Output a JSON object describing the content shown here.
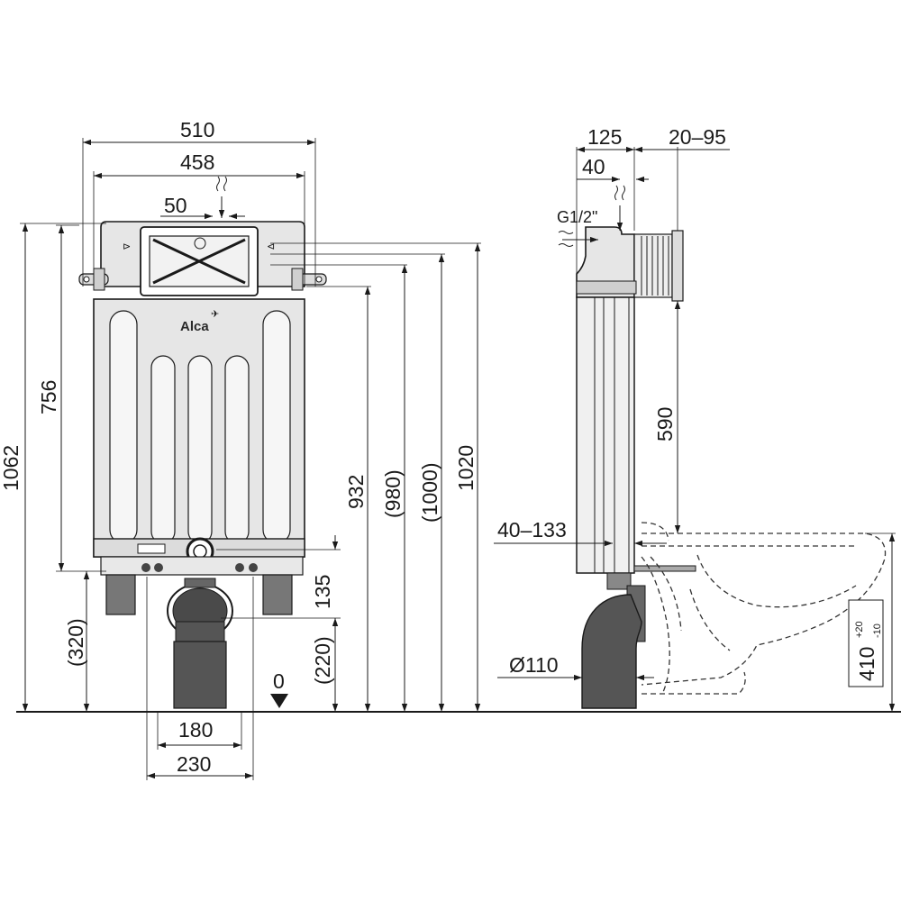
{
  "front_view": {
    "brand": "Alca",
    "dimensions": {
      "total_width": "510",
      "frame_width": "458",
      "inlet_width": "50",
      "height_total": "1062",
      "height_bracket": "756",
      "height_floor_bracket": "(320)",
      "height_932": "932",
      "height_980": "(980)",
      "height_1000": "(1000)",
      "height_1020": "1020",
      "drain_offset": "135",
      "drain_height": "(220)",
      "zero_mark": "0",
      "foot_inner": "180",
      "foot_outer": "230"
    }
  },
  "side_view": {
    "dimensions": {
      "depth": "125",
      "wall_adjust": "20–95",
      "inlet_depth": "40",
      "inlet_thread": "G1/2\"",
      "actuator_height": "590",
      "bolt_range": "40–133",
      "drain_diameter": "Ø110",
      "bowl_height": "410",
      "bowl_tolerance_plus": "+20",
      "bowl_tolerance_minus": "-10"
    }
  },
  "colors": {
    "line": "#1a1a1a",
    "frame_fill": "#e6e6e6",
    "pipe_fill": "#555555"
  }
}
